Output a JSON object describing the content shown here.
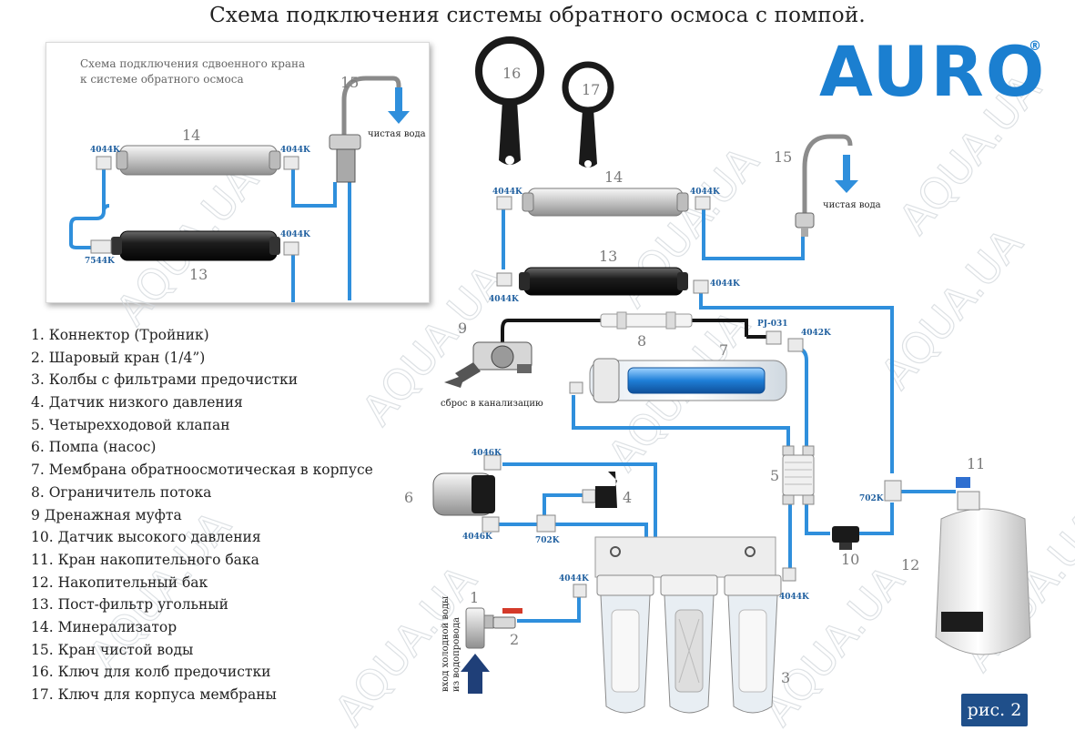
{
  "title": "Схема подключения системы обратного осмоса с помпой.",
  "brand": {
    "logo_text": "AURO",
    "registered_mark": "®",
    "accent": "#1b7fd0"
  },
  "watermark": "AQUA.UA",
  "figure_label": "рис. 2",
  "inset": {
    "title_line1": "Схема подключения сдвоенного крана",
    "title_line2": "к системе обратного осмоса",
    "clean_water": "чистая вода",
    "num_15": "15",
    "num_14": "14",
    "num_13": "13",
    "tag_4044_a": "4044K",
    "tag_4044_b": "4044K",
    "tag_4044_c": "4044K",
    "tag_7544": "7544K"
  },
  "components": {
    "n16": "16",
    "n17": "17",
    "n14": "14",
    "n13": "13",
    "n15": "15",
    "n9": "9",
    "n8": "8",
    "n7": "7",
    "n6": "6",
    "n5": "5",
    "n4": "4",
    "n3": "3",
    "n2": "2",
    "n1": "1",
    "n10": "10",
    "n11": "11",
    "n12": "12"
  },
  "labels": {
    "clean_water": "чистая вода",
    "drain": "сброс в канализацию",
    "inlet_line1": "вход холодной воды",
    "inlet_line2": "из водопровода"
  },
  "fittings": {
    "f4044_tl": "4044K",
    "f4044_tr": "4044K",
    "f4044_ml": "4044K",
    "f4044_mr": "4044K",
    "fpj031": "PJ-031",
    "f4042": "4042K",
    "f4046_top": "4046K",
    "f4046_bot": "4046K",
    "f702_left": "702K",
    "f702_right": "702K",
    "f4044_in": "4044K",
    "f4044_out": "4044K"
  },
  "legend": [
    "1. Коннектор (Тройник)",
    "2. Шаровый кран (1/4”)",
    "3. Колбы с фильтрами предочистки",
    "4. Датчик низкого давления",
    "5. Четырехходовой клапан",
    "6. Помпа (насос)",
    "7. Мембрана обратноосмотическая в корпусе",
    "8. Ограничитель потока",
    "9 Дренажная муфта",
    "10. Датчик высокого давления",
    "11. Кран накопительного бака",
    "12. Накопительный бак",
    "13. Пост-фильтр угольный",
    "14. Минерализатор",
    "15. Кран чистой воды",
    "16. Ключ для колб предочистки",
    "17. Ключ для корпуса мембраны"
  ],
  "colors": {
    "tube_blue": "#2f8fdc",
    "tube_black": "#151515",
    "badge_bg": "#1f4f8a"
  }
}
